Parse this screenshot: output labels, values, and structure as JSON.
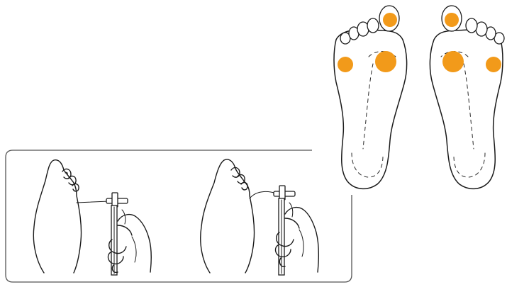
{
  "figure": {
    "description_panel": "monofilament-test",
    "colors": {
      "background": "#ffffff",
      "ink": "#1a1a1a",
      "test_site": "#f29a1a",
      "panel_border": "#555555"
    },
    "test_sites_per_foot": 3,
    "feet": [
      "left-sole",
      "right-sole"
    ],
    "demonstrations": [
      "monofilament-straight",
      "monofilament-bent"
    ]
  }
}
